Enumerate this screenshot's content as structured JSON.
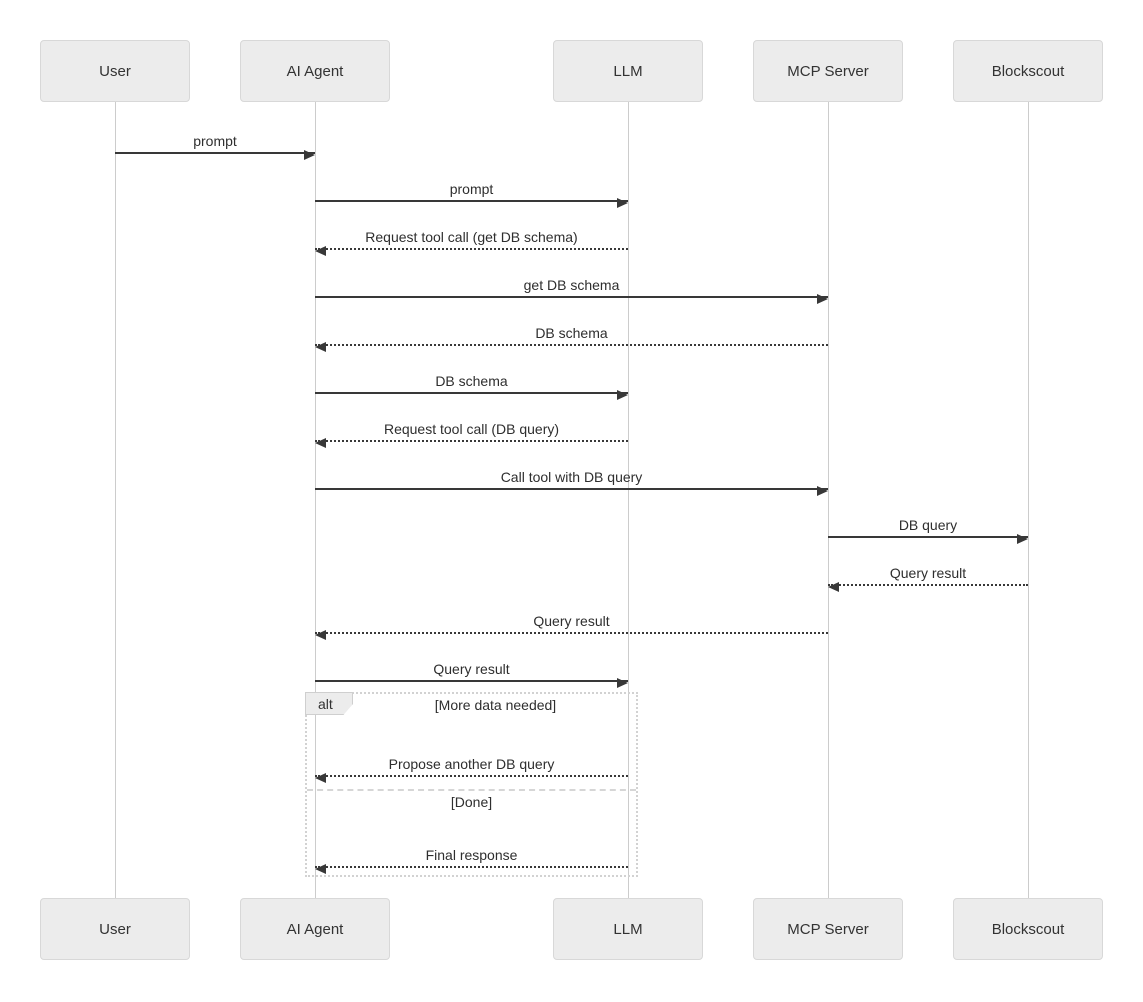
{
  "diagram": {
    "type": "sequence-diagram",
    "colors": {
      "background": "#ffffff",
      "actor_fill": "#ececec",
      "actor_border": "#d8d8d8",
      "lifeline": "#cccccc",
      "arrow": "#383838",
      "text": "#2e2e2e",
      "frame_border": "#d2d2d2"
    },
    "actors": [
      {
        "name": "User"
      },
      {
        "name": "AI Agent"
      },
      {
        "name": "LLM"
      },
      {
        "name": "MCP Server"
      },
      {
        "name": "Blockscout"
      }
    ],
    "messages": [
      {
        "from": "User",
        "to": "AI Agent",
        "label": "prompt",
        "line": "solid"
      },
      {
        "from": "AI Agent",
        "to": "LLM",
        "label": "prompt",
        "line": "solid"
      },
      {
        "from": "LLM",
        "to": "AI Agent",
        "label": "Request tool call (get DB schema)",
        "line": "dashed"
      },
      {
        "from": "AI Agent",
        "to": "MCP Server",
        "label": "get DB schema",
        "line": "solid"
      },
      {
        "from": "MCP Server",
        "to": "AI Agent",
        "label": "DB schema",
        "line": "dashed"
      },
      {
        "from": "AI Agent",
        "to": "LLM",
        "label": "DB schema",
        "line": "solid"
      },
      {
        "from": "LLM",
        "to": "AI Agent",
        "label": "Request tool call (DB query)",
        "line": "dashed"
      },
      {
        "from": "AI Agent",
        "to": "MCP Server",
        "label": "Call tool with DB query",
        "line": "solid"
      },
      {
        "from": "MCP Server",
        "to": "Blockscout",
        "label": "DB query",
        "line": "solid"
      },
      {
        "from": "Blockscout",
        "to": "MCP Server",
        "label": "Query result",
        "line": "dashed"
      },
      {
        "from": "MCP Server",
        "to": "AI Agent",
        "label": "Query result",
        "line": "dashed"
      },
      {
        "from": "AI Agent",
        "to": "LLM",
        "label": "Query result",
        "line": "solid"
      }
    ],
    "alt_frame": {
      "label": "alt",
      "sections": [
        {
          "condition": "[More data needed]",
          "messages": [
            {
              "from": "LLM",
              "to": "AI Agent",
              "label": "Propose another DB query",
              "line": "dashed"
            }
          ]
        },
        {
          "condition": "[Done]",
          "messages": [
            {
              "from": "LLM",
              "to": "AI Agent",
              "label": "Final response",
              "line": "dashed"
            }
          ]
        }
      ]
    }
  }
}
